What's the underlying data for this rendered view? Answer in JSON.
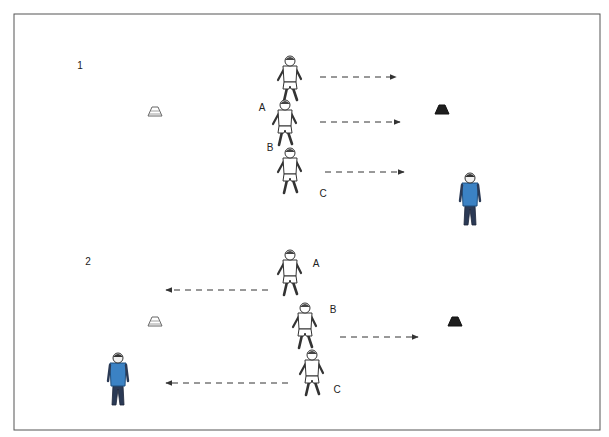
{
  "diagram": {
    "labels": [
      "1",
      "A",
      "B",
      "C",
      "2",
      "A",
      "B",
      "C"
    ]
  }
}
